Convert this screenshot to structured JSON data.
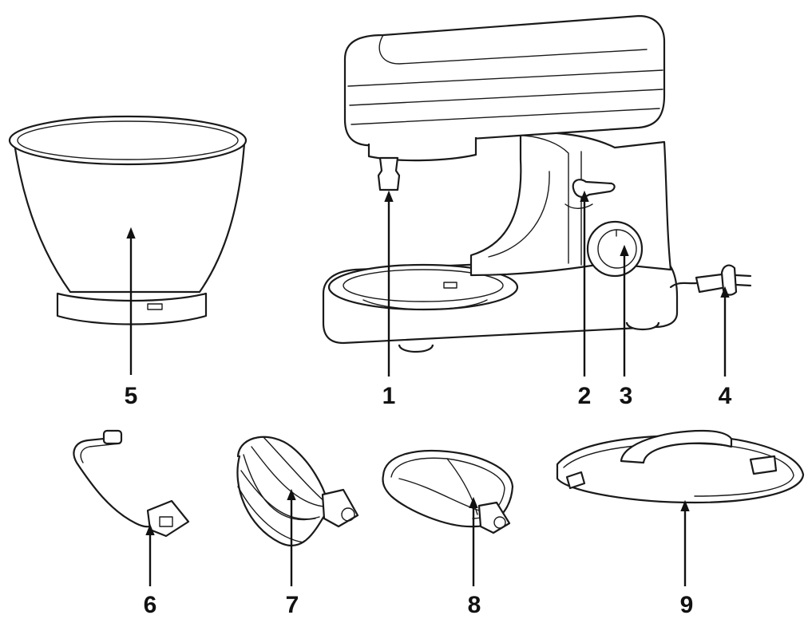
{
  "colors": {
    "line": "#1a1a1a",
    "background": "#ffffff"
  },
  "parts": [
    {
      "number": "1",
      "icon": "drive-shaft"
    },
    {
      "number": "2",
      "icon": "tilt-head-lever"
    },
    {
      "number": "3",
      "icon": "speed-dial"
    },
    {
      "number": "4",
      "icon": "power-plug"
    },
    {
      "number": "5",
      "icon": "mixing-bowl"
    },
    {
      "number": "6",
      "icon": "dough-hook"
    },
    {
      "number": "7",
      "icon": "whisk"
    },
    {
      "number": "8",
      "icon": "flat-beater"
    },
    {
      "number": "9",
      "icon": "splash-guard"
    }
  ]
}
